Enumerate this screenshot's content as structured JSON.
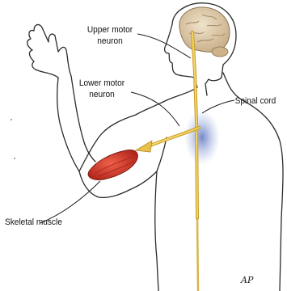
{
  "labels": {
    "upper_motor_neuron": "Upper motor\nneuron",
    "lower_motor_neuron": "Lower motor\nneuron",
    "spinal_cord": "Spinal cord",
    "skeletal_muscle": "Skeletal muscle"
  },
  "signature": "AP",
  "colors": {
    "outline": "#2b2b2b",
    "neuron_path": "#e8c24a",
    "brain": "#d9c7a8",
    "muscle": "#d23a2a",
    "spinal_glow": "#6f86c8"
  }
}
